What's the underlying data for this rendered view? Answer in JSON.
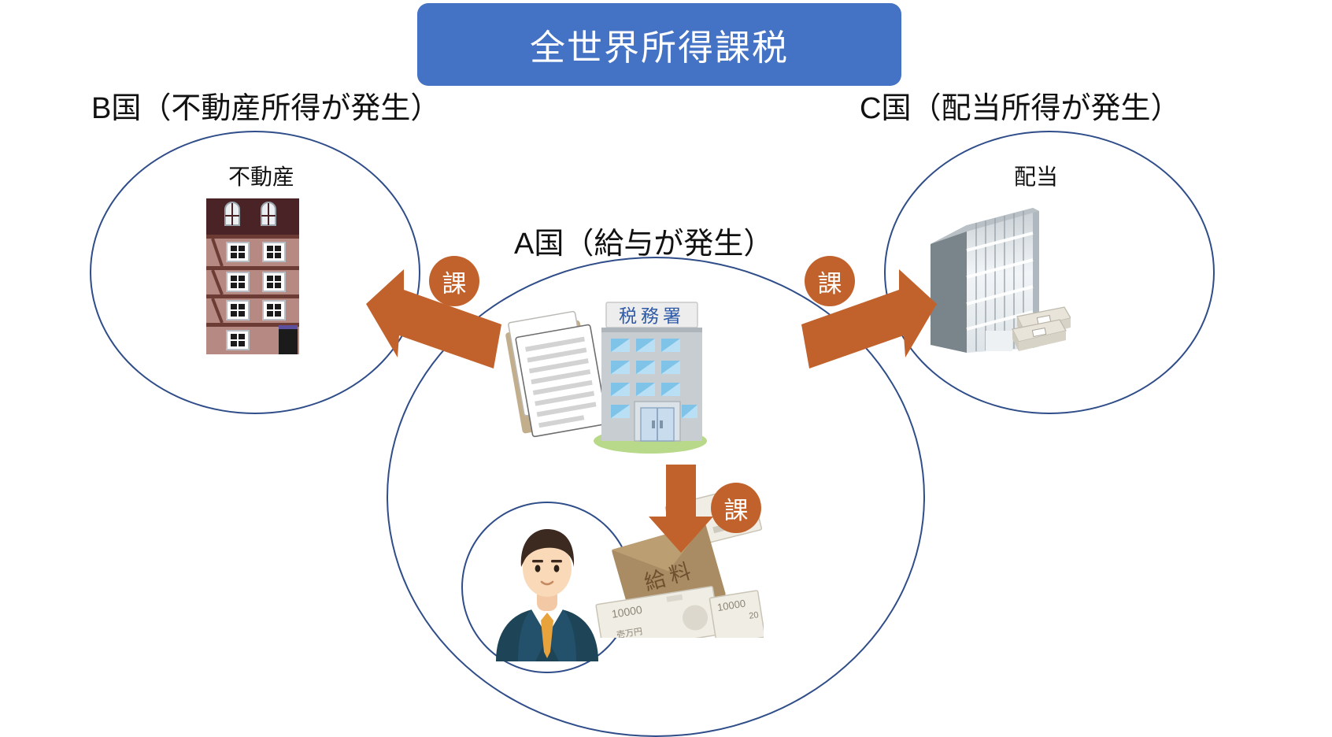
{
  "title": {
    "text": "全世界所得課税",
    "background_color": "#4472C4",
    "text_color": "#FFFFFF"
  },
  "headings": {
    "country_b": "B国（不動産所得が発生）",
    "country_c": "C国（配当所得が発生）",
    "country_a": "A国（給与が発生）"
  },
  "inner_labels": {
    "real_estate": "不動産",
    "dividend": "配当"
  },
  "badges": {
    "tax_b": "課",
    "tax_c": "課",
    "tax_a": "課",
    "color": "#C1622C",
    "text_color": "#FFFFFF"
  },
  "illustrations": {
    "real_estate_building": "half-timbered-apartment-building",
    "office_tower": "grey-office-tower",
    "money_stacks": "banded-cash-bundles",
    "tax_office_sign": "税務署",
    "tax_office_building": "tax-office-building",
    "documents": "folder-with-documents",
    "person": "businessman-avatar",
    "salary_envelope_text": "給料",
    "banknote_value": "10000",
    "banknote_text": "壱万円"
  },
  "circles": {
    "outline_color": "#2F4D89"
  }
}
